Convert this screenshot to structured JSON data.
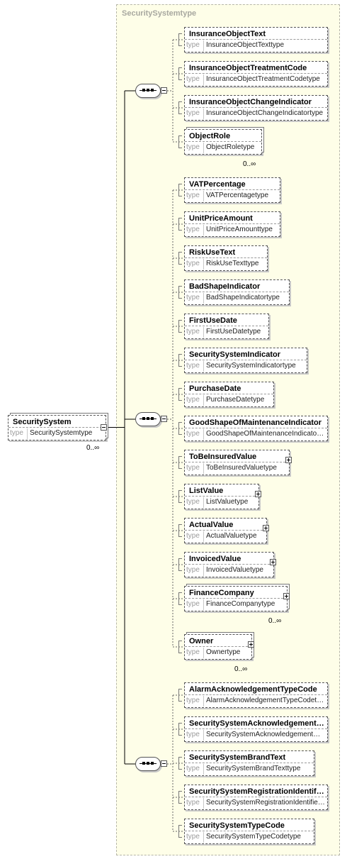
{
  "type_container": {
    "title": "SecuritySystemtype"
  },
  "type_keyword": "type",
  "root": {
    "name": "SecuritySystem",
    "type": "SecuritySystemtype",
    "cardinality": "0..∞"
  },
  "groups": [
    {
      "compositor": "sequence",
      "elements": [
        {
          "name": "InsuranceObjectText",
          "type": "InsuranceObjectTexttype"
        },
        {
          "name": "InsuranceObjectTreatmentCode",
          "type": "InsuranceObjectTreatmentCodetype"
        },
        {
          "name": "InsuranceObjectChangeIndicator",
          "type": "InsuranceObjectChangeIndicatortype"
        },
        {
          "name": "ObjectRole",
          "type": "ObjectRoletype",
          "cardinality": "0..∞"
        }
      ]
    },
    {
      "compositor": "sequence",
      "elements": [
        {
          "name": "VATPercentage",
          "type": "VATPercentagetype"
        },
        {
          "name": "UnitPriceAmount",
          "type": "UnitPriceAmounttype"
        },
        {
          "name": "RiskUseText",
          "type": "RiskUseTexttype"
        },
        {
          "name": "BadShapeIndicator",
          "type": "BadShapeIndicatortype"
        },
        {
          "name": "FirstUseDate",
          "type": "FirstUseDatetype"
        },
        {
          "name": "SecuritySystemIndicator",
          "type": "SecuritySystemIndicatortype"
        },
        {
          "name": "PurchaseDate",
          "type": "PurchaseDatetype"
        },
        {
          "name": "GoodShapeOfMaintenanceIndicator",
          "type": "GoodShapeOfMaintenanceIndicatortype"
        },
        {
          "name": "ToBeInsuredValue",
          "type": "ToBeInsuredValuetype"
        },
        {
          "name": "ListValue",
          "type": "ListValuetype"
        },
        {
          "name": "ActualValue",
          "type": "ActualValuetype"
        },
        {
          "name": "InvoicedValue",
          "type": "InvoicedValuetype"
        },
        {
          "name": "FinanceCompany",
          "type": "FinanceCompanytype",
          "cardinality": "0..∞"
        },
        {
          "name": "Owner",
          "type": "Ownertype",
          "cardinality": "0..∞"
        }
      ]
    },
    {
      "compositor": "sequence",
      "elements": [
        {
          "name": "AlarmAcknowledgementTypeCode",
          "type": "AlarmAcknowledgementTypeCodetype"
        },
        {
          "name": "SecuritySystemAcknowledgementCode",
          "type": "SecuritySystemAcknowledgementCodetype"
        },
        {
          "name": "SecuritySystemBrandText",
          "type": "SecuritySystemBrandTexttype"
        },
        {
          "name": "SecuritySystemRegistrationIdentifier",
          "type": "SecuritySystemRegistrationIdentifiertype"
        },
        {
          "name": "SecuritySystemTypeCode",
          "type": "SecuritySystemTypeCodetype"
        }
      ]
    }
  ]
}
